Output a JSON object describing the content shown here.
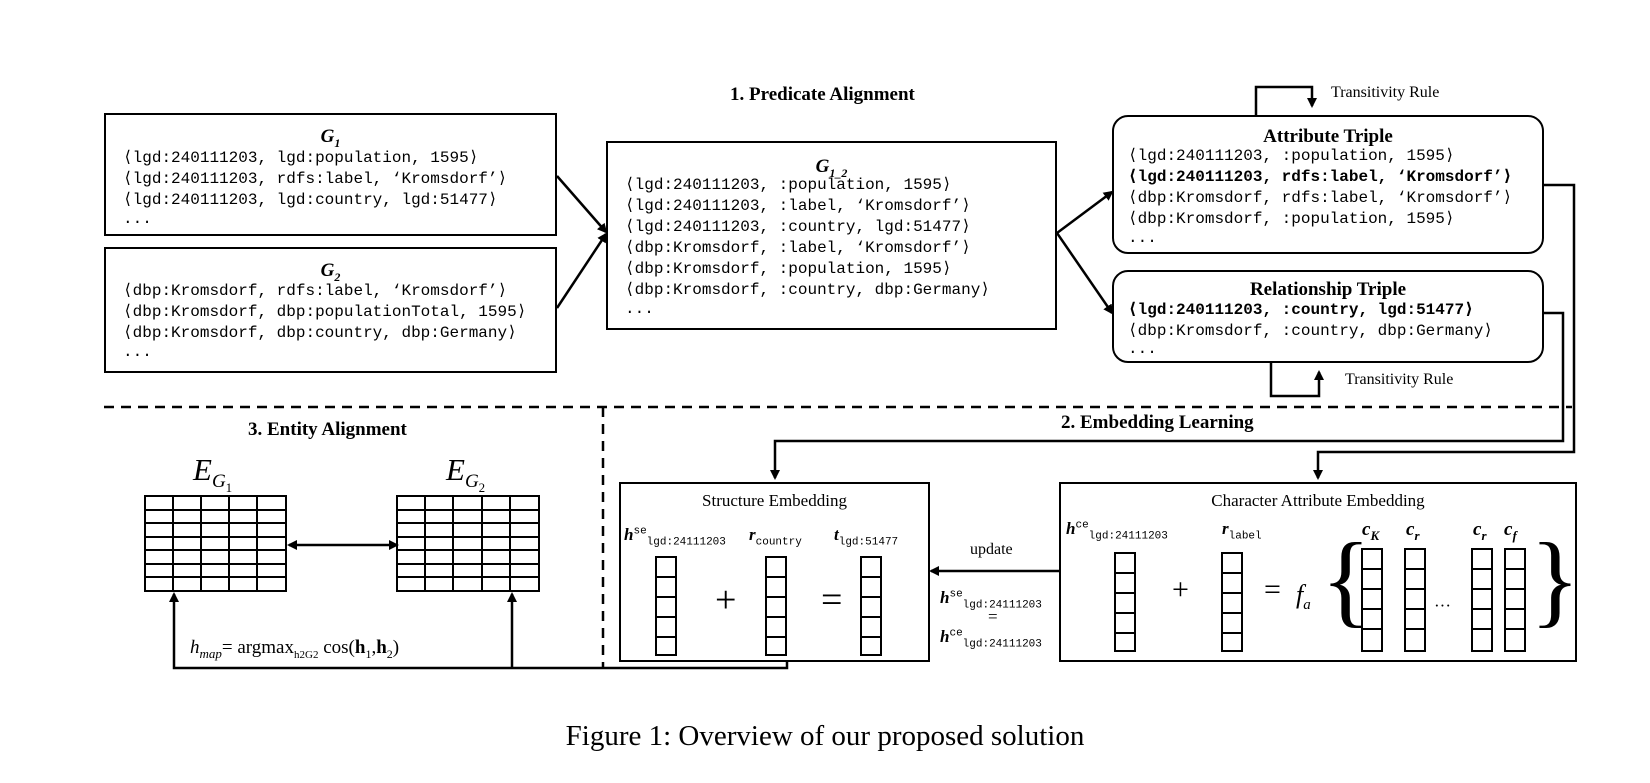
{
  "stage_titles": {
    "predicate": "1. Predicate Alignment",
    "embedding": "2. Embedding Learning",
    "entity": "3. Entity Alignment"
  },
  "g1": {
    "title": "G",
    "sub": "1",
    "lines": [
      "⟨lgd:240111203, lgd:population, 1595⟩",
      "⟨lgd:240111203, rdfs:label, ‘Kromsdorf’⟩",
      "⟨lgd:240111203, lgd:country, lgd:51477⟩",
      "..."
    ]
  },
  "g2": {
    "title": "G",
    "sub": "2",
    "lines": [
      "⟨dbp:Kromsdorf, rdfs:label, ‘Kromsdorf’⟩",
      "⟨dbp:Kromsdorf, dbp:populationTotal, 1595⟩",
      "⟨dbp:Kromsdorf, dbp:country, dbp:Germany⟩",
      "..."
    ]
  },
  "g12": {
    "title": "G",
    "sub": "1_2",
    "lines": [
      "⟨lgd:240111203, :population, 1595⟩",
      "⟨lgd:240111203, :label, ‘Kromsdorf’⟩",
      "⟨lgd:240111203, :country, lgd:51477⟩",
      "⟨dbp:Kromsdorf, :label, ‘Kromsdorf’⟩",
      "⟨dbp:Kromsdorf, :population, 1595⟩",
      "⟨dbp:Kromsdorf, :country, dbp:Germany⟩",
      "..."
    ]
  },
  "attribute": {
    "title": "Attribute Triple",
    "lines": [
      "⟨lgd:240111203, :population, 1595⟩",
      "⟨lgd:240111203, rdfs:label, ‘Kromsdorf’⟩",
      "⟨dbp:Kromsdorf, rdfs:label, ‘Kromsdorf’⟩",
      "⟨dbp:Kromsdorf, :population, 1595⟩",
      "..."
    ]
  },
  "relationship": {
    "title": "Relationship Triple",
    "lines": [
      "⟨lgd:240111203, :country, lgd:51477⟩",
      "⟨dbp:Kromsdorf, :country, dbp:Germany⟩",
      "..."
    ]
  },
  "transitivity_label": "Transitivity Rule",
  "structure": {
    "title": "Structure Embedding",
    "h": "h",
    "h_sup": "se",
    "h_sub": "lgd:24111203",
    "r": "r",
    "r_sub": "country",
    "t": "t",
    "t_sub": "lgd:51477",
    "plus": "+",
    "equals": "="
  },
  "character": {
    "title": "Character Attribute Embedding",
    "h": "h",
    "h_sup": "ce",
    "h_sub": "lgd:24111203",
    "r": "r",
    "r_sub": "label",
    "plus": "+",
    "equals": "=",
    "fa": "f",
    "fa_sub": "a",
    "chars": [
      {
        "c": "c",
        "sub": "K"
      },
      {
        "c": "c",
        "sub": "r"
      },
      {
        "c": "c",
        "sub": "r"
      },
      {
        "c": "c",
        "sub": "f"
      }
    ],
    "dots": "···"
  },
  "update": {
    "label": "update",
    "h1": "h",
    "h1_sup": "se",
    "h1_sub": "lgd:24111203",
    "eq": "=",
    "h2": "h",
    "h2_sup": "ce",
    "h2_sub": "lgd:24111203"
  },
  "entity": {
    "e1": "E",
    "e1_sub": "G",
    "e1_subsub": "1",
    "e2": "E",
    "e2_sub": "G",
    "e2_subsub": "2",
    "formula_h": "h",
    "formula_h_sub": "map",
    "formula_rest": "= argmax",
    "formula_argsub": "h2G2",
    "formula_cos": " cos(",
    "formula_h1": "h",
    "formula_h1_sub": "1",
    "formula_comma": ",",
    "formula_h2": "h",
    "formula_h2_sub": "2",
    "formula_close": ")"
  },
  "caption": "Figure 1: Overview of our proposed solution"
}
